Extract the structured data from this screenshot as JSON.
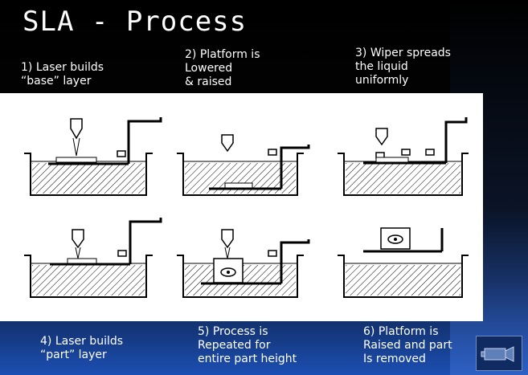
{
  "slide": {
    "title": "SLA - Process"
  },
  "steps": [
    {
      "text": "1) Laser builds\n“base” layer"
    },
    {
      "text": "2) Platform is\nLowered\n& raised"
    },
    {
      "text": "3) Wiper spreads\nthe liquid\nuniformly"
    },
    {
      "text": "4) Laser builds\n“part” layer"
    },
    {
      "text": "5) Process is\nRepeated for\nentire part height"
    },
    {
      "text": "6) Platform is\nRaised and part\nIs removed"
    }
  ],
  "icons": {
    "nav_button": "movie-camera-icon"
  },
  "colors": {
    "background": "#000000",
    "panel": "#ffffff",
    "text": "#ffffff"
  }
}
